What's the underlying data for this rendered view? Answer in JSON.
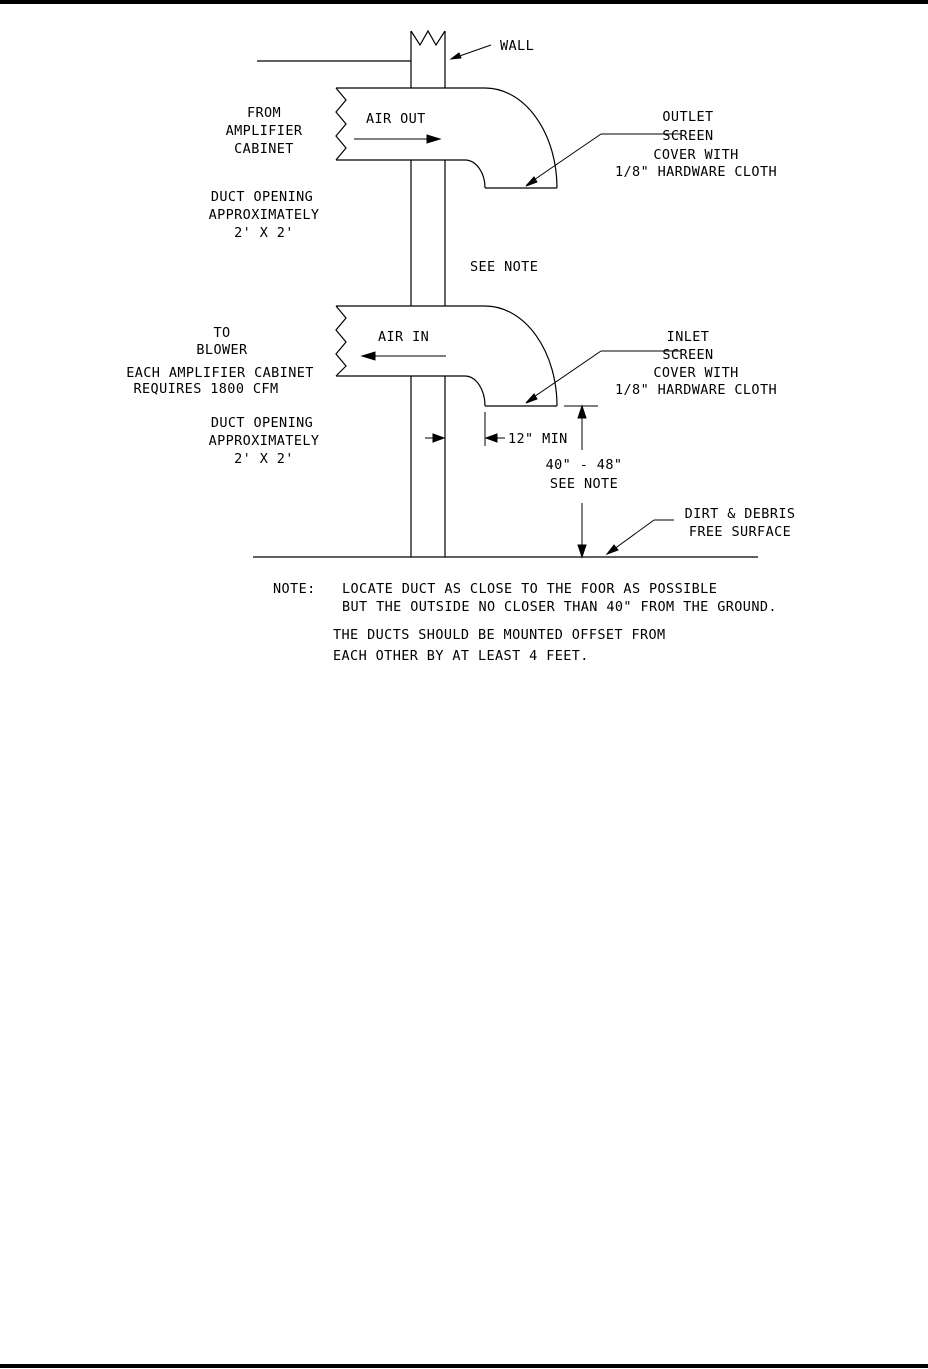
{
  "colors": {
    "line": "#000000",
    "background": "#ffffff"
  },
  "labels": {
    "wall": "WALL",
    "from_1": "FROM",
    "from_2": "AMPLIFIER",
    "from_3": "CABINET",
    "air_out": "AIR OUT",
    "outlet_1": "OUTLET",
    "outlet_2": "SCREEN",
    "outlet_3": "COVER WITH",
    "outlet_4": "1/8\" HARDWARE CLOTH",
    "duct_top_1": "DUCT OPENING",
    "duct_top_2": "APPROXIMATELY",
    "duct_top_3": "2' X 2'",
    "see_note_mid": "SEE NOTE",
    "to_1": "TO",
    "to_2": "BLOWER",
    "each_1": "EACH AMPLIFIER CABINET",
    "each_2": "REQUIRES 1800 CFM",
    "air_in": "AIR IN",
    "inlet_1": "INLET",
    "inlet_2": "SCREEN",
    "inlet_3": "COVER WITH",
    "inlet_4": "1/8\" HARDWARE CLOTH",
    "duct_bot_1": "DUCT OPENING",
    "duct_bot_2": "APPROXIMATELY",
    "duct_bot_3": "2' X 2'",
    "min12": "12\" MIN",
    "height_1": "40\" - 48\"",
    "height_2": "SEE NOTE",
    "dirt_1": "DIRT & DEBRIS",
    "dirt_2": "FREE SURFACE"
  },
  "note": {
    "prefix": "NOTE:",
    "line1": "LOCATE DUCT AS CLOSE TO THE FOOR AS POSSIBLE",
    "line2": "BUT THE OUTSIDE NO CLOSER THAN 40\" FROM THE GROUND.",
    "line3": "THE DUCTS SHOULD BE MOUNTED OFFSET FROM",
    "line4": "EACH OTHER BY AT LEAST 4 FEET."
  }
}
